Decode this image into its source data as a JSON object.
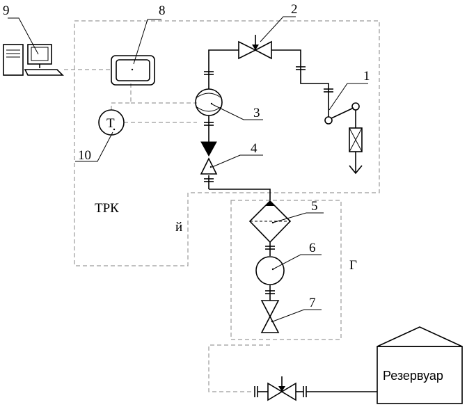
{
  "labels": {
    "n1": "1",
    "n2": "2",
    "n3": "3",
    "n4": "4",
    "n5": "5",
    "n6": "6",
    "n7": "7",
    "n8": "8",
    "n9": "9",
    "n10": "10"
  },
  "thermometer_symbol": "T",
  "regions": {
    "trk": "ТРК",
    "trk_fragment": "й",
    "g_fragment": "Г"
  },
  "reservoir_label": "Резервуар"
}
